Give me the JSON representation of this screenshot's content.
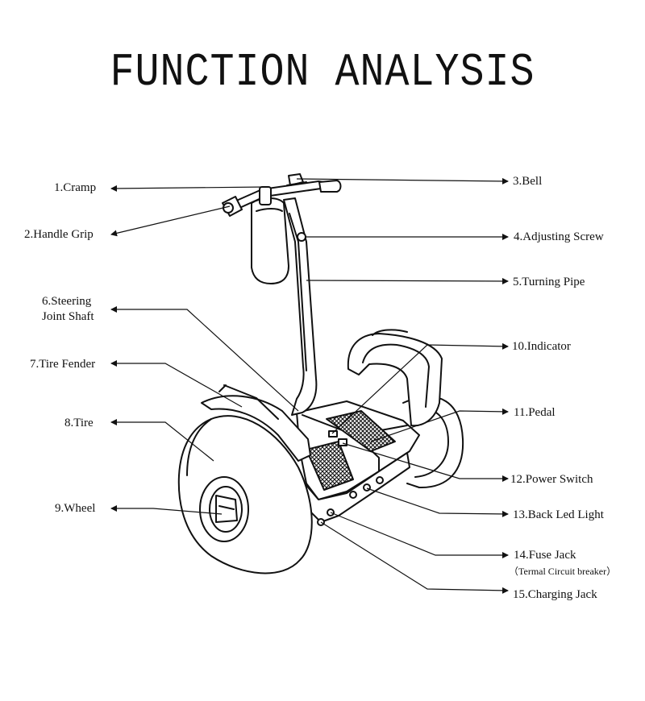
{
  "title": "FUNCTION ANALYSIS",
  "labels": {
    "cramp": "1.Cramp",
    "handle_grip": "2.Handle Grip",
    "bell": "3.Bell",
    "adjusting_screw": "4.Adjusting Screw",
    "turning_pipe": "5.Turning Pipe",
    "steering_joint_1": "6.Steering",
    "steering_joint_2": "Joint Shaft",
    "tire_fender": "7.Tire Fender",
    "tire": "8.Tire",
    "wheel": "9.Wheel",
    "indicator": "10.Indicator",
    "pedal": "11.Pedal",
    "power_switch": "12.Power Switch",
    "back_led_light": "13.Back Led Light",
    "fuse_jack": "14.Fuse Jack",
    "fuse_jack_note": "（Termal Circuit breaker）",
    "charging_jack": "15.Charging Jack"
  },
  "colors": {
    "line": "#111111",
    "background": "#ffffff"
  }
}
